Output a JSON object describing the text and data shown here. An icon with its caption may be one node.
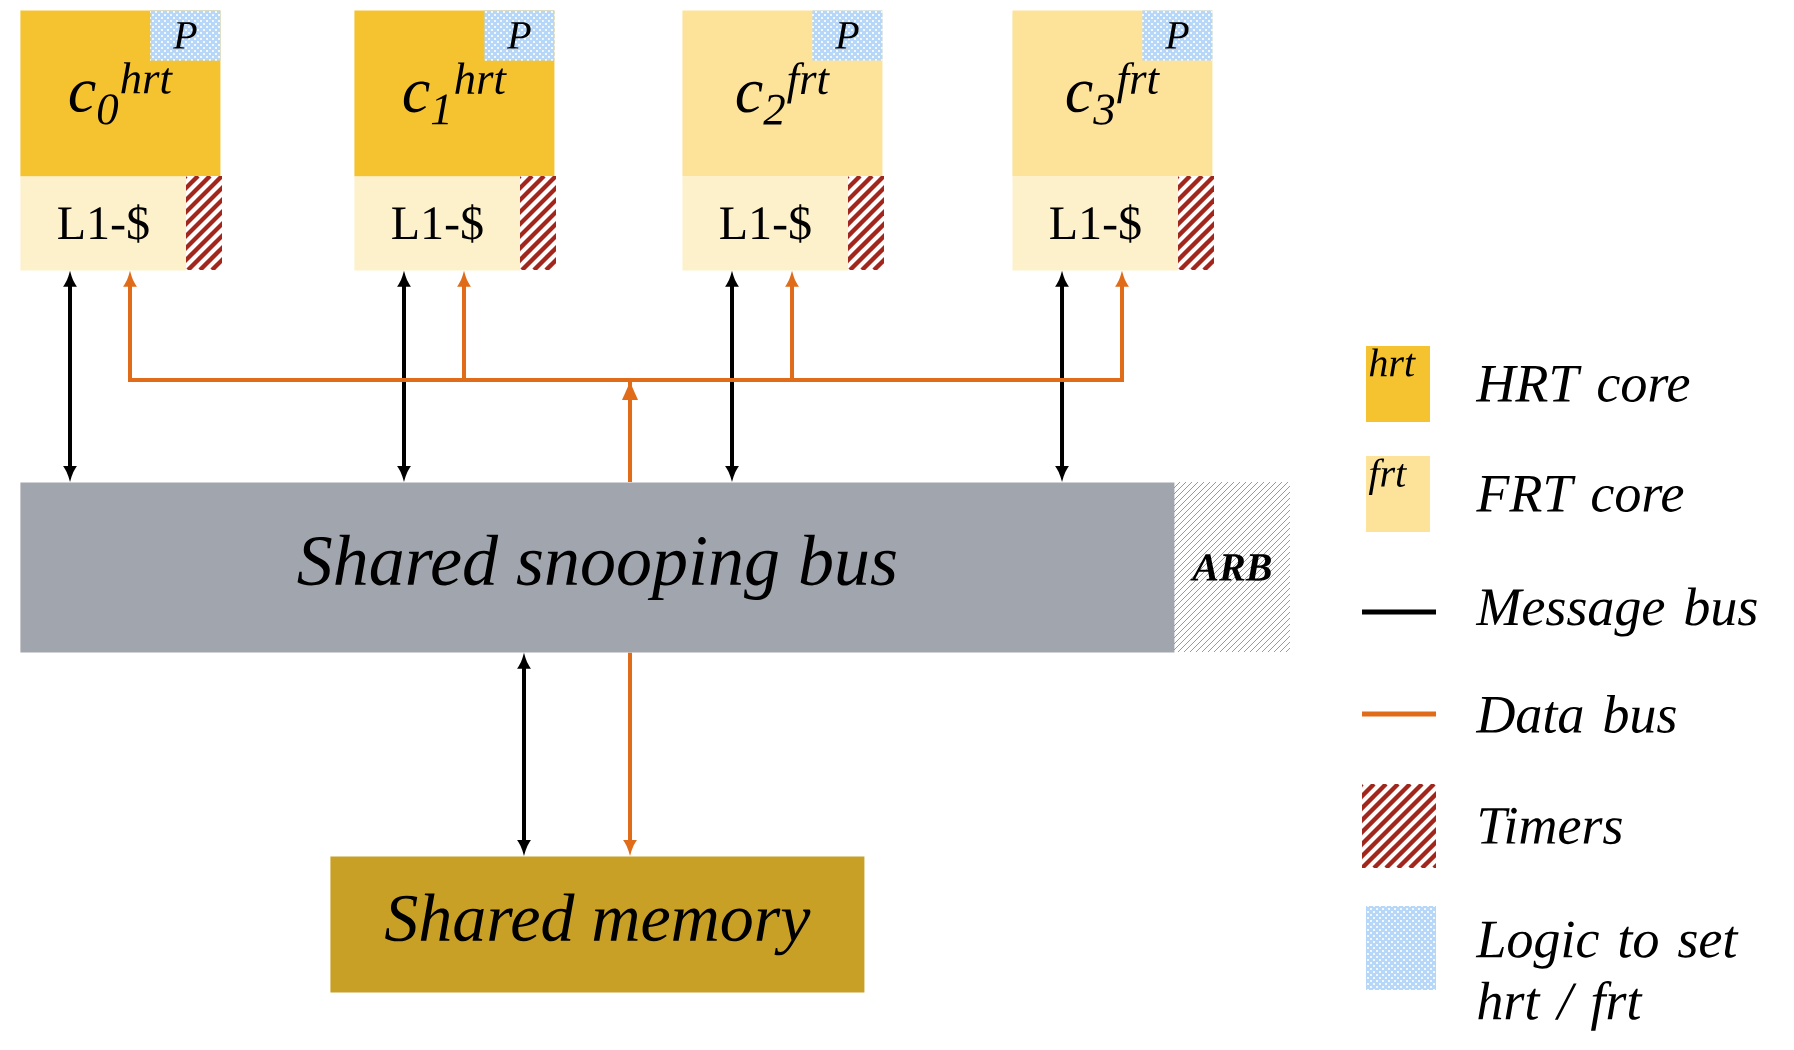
{
  "diagram": {
    "nodes": [
      {
        "text": [
          "c$_{0}$$^{hrt}$"
        ]
      },
      {
        "text": [
          "P"
        ],
        "in": 0
      },
      {
        "text": [
          "c$_{1}$$^{hrt}$"
        ]
      },
      {
        "text": [
          "P"
        ],
        "in": 2
      },
      {
        "text": [
          "c$_{2}$$^{frt}$"
        ]
      },
      {
        "text": [
          "P"
        ],
        "in": 4
      },
      {
        "text": [
          "c$_{3}$$^{frt}$"
        ]
      },
      {
        "text": [
          "P"
        ],
        "in": 6
      },
      {
        "text": [
          "L1-$"
        ]
      },
      {
        "text": [
          "L1-$"
        ]
      },
      {
        "text": [
          "L1-$"
        ]
      },
      {
        "text": [
          "L1-$"
        ]
      },
      {
        "text": [
          "Shared snooping bus"
        ]
      },
      {
        "text": [
          "ARB"
        ]
      },
      {
        "text": [
          "Shared memory"
        ]
      }
    ],
    "edges": [
      {
        "from": 8,
        "to": 12,
        "arrow": "both",
        "color": "#000000"
      },
      {
        "from": 9,
        "to": 12,
        "arrow": "both",
        "color": "#000000"
      },
      {
        "from": 10,
        "to": 12,
        "arrow": "both",
        "color": "#000000"
      },
      {
        "from": 11,
        "to": 12,
        "arrow": "both",
        "color": "#000000"
      },
      {
        "from": 12,
        "to": 8,
        "arrow": "to",
        "color": "#e06c1a"
      },
      {
        "from": 12,
        "to": 9,
        "arrow": "to",
        "color": "#e06c1a"
      },
      {
        "from": 12,
        "to": 10,
        "arrow": "to",
        "color": "#e06c1a"
      },
      {
        "from": 12,
        "to": 11,
        "arrow": "to",
        "color": "#e06c1a"
      },
      {
        "from": 12,
        "to": 14,
        "arrow": "both",
        "color": "#000000"
      },
      {
        "from": 12,
        "to": 14,
        "arrow": "to",
        "color": "#e06c1a"
      }
    ],
    "labels": [
      "hrt",
      "frt"
    ],
    "legend": [
      {
        "text": "HRT core",
        "color": "#f5c330"
      },
      {
        "text": "FRT core",
        "color": "#fde39a"
      },
      {
        "text": "Message bus"
      },
      {
        "text": "Data bus"
      },
      {
        "text": "Timers"
      },
      {
        "text": "Logic to set hrt / frt"
      }
    ]
  }
}
